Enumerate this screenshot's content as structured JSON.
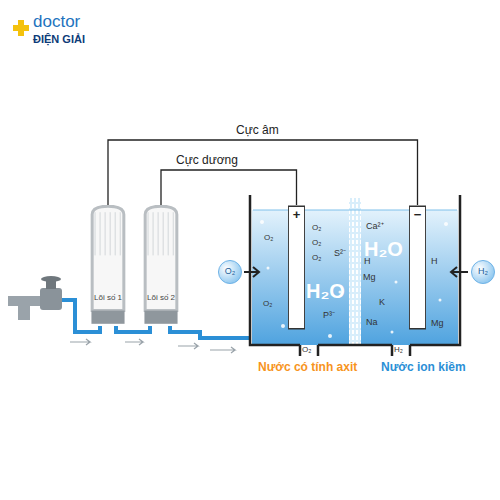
{
  "diagram": {
    "nodes": [
      {
        "text": [
          "Lõi số 1"
        ]
      },
      {
        "text": [
          "Lõi số 2"
        ]
      },
      {
        "text": [
          "+"
        ]
      },
      {
        "text": [
          "−"
        ]
      },
      {
        "text": [
          "O₂"
        ]
      },
      {
        "text": [
          "H₂"
        ]
      }
    ],
    "edges": [
      {
        "from": 0,
        "to": 3,
        "arrow": "none",
        "label": "Cực âm"
      },
      {
        "from": 1,
        "to": 2,
        "arrow": "none",
        "label": "Cực dương"
      }
    ],
    "labels": [
      "doctor",
      "ĐIỆN GIẢI",
      "O₂",
      "O₂",
      "O₂",
      "O₂",
      "S²⁻",
      "O₂",
      "H₂O",
      "P³⁻",
      "Ca²⁺",
      "H₂O",
      "H",
      "Mg",
      "K",
      "Na",
      "Mg",
      "H",
      "O₂",
      "H₂",
      "Nước có tính axit",
      "Nước ion kiềm"
    ]
  }
}
